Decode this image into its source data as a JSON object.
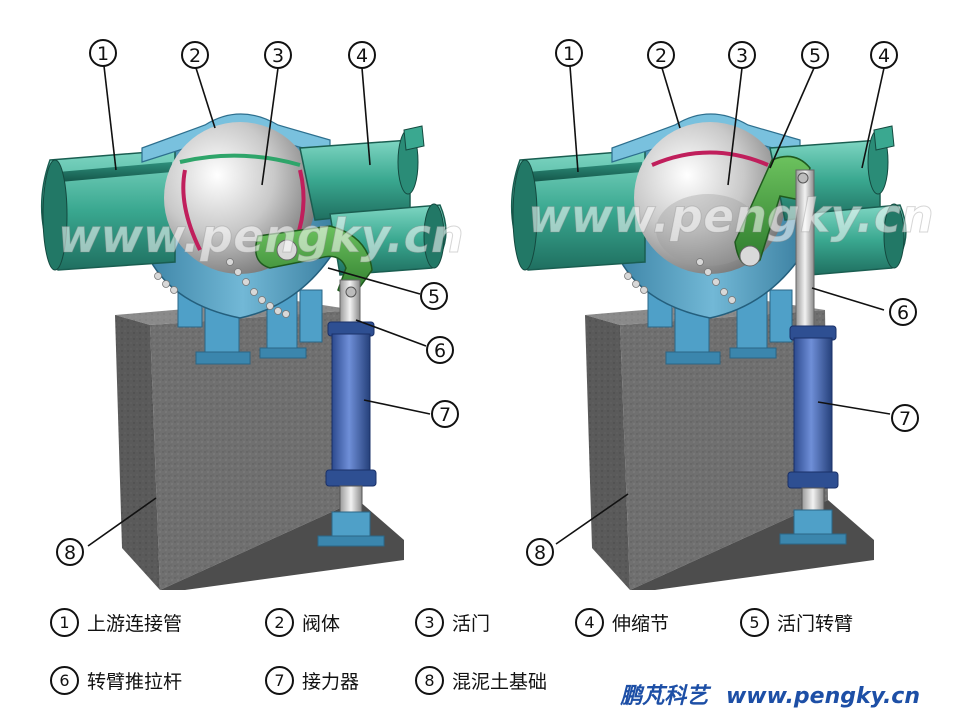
{
  "legend": [
    {
      "num": "1",
      "label": "上游连接管"
    },
    {
      "num": "2",
      "label": "阀体"
    },
    {
      "num": "3",
      "label": "活门"
    },
    {
      "num": "4",
      "label": "伸缩节"
    },
    {
      "num": "5",
      "label": "活门转臂"
    },
    {
      "num": "6",
      "label": "转臂推拉杆"
    },
    {
      "num": "7",
      "label": "接力器"
    },
    {
      "num": "8",
      "label": "混泥土基础"
    }
  ],
  "callouts": {
    "left": [
      "1",
      "2",
      "3",
      "4",
      "5",
      "6",
      "7",
      "8"
    ],
    "right": [
      "1",
      "2",
      "3",
      "5",
      "4",
      "6",
      "7",
      "8"
    ]
  },
  "watermark": "www.pengky.cn",
  "brand": {
    "name": "鹏芃科艺",
    "url": "www.pengky.cn"
  },
  "colors": {
    "pipe": "#3fae98",
    "body": "#5aa6c8",
    "arm": "#3c9a3a",
    "concrete": "#6f6f6f",
    "cylinder": "#3e5fae",
    "brand": "#1d4fa6"
  }
}
